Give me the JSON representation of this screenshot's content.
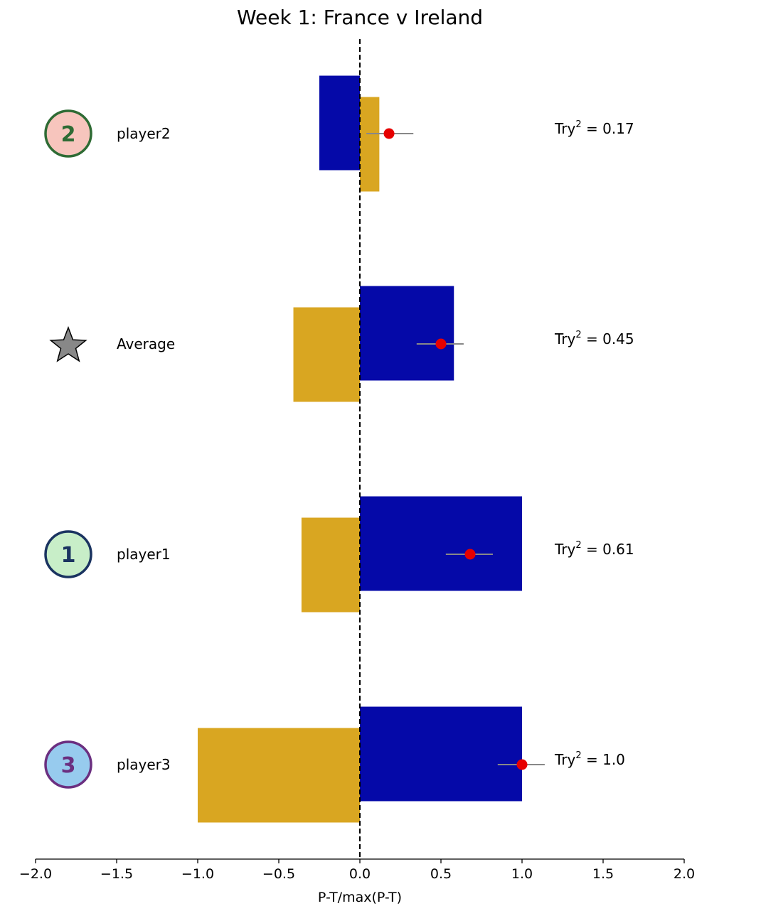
{
  "chart_data": {
    "type": "bar",
    "orientation": "horizontal",
    "title": "Week 1: France v Ireland",
    "xlabel": "P-T/max(P-T)",
    "xlim": [
      -2.0,
      2.0
    ],
    "xticks": [
      -2.0,
      -1.5,
      -1.0,
      -0.5,
      0.0,
      0.5,
      1.0,
      1.5,
      2.0
    ],
    "xtick_labels": [
      "−2.0",
      "−1.5",
      "−1.0",
      "−0.5",
      "0.0",
      "0.5",
      "1.0",
      "1.5",
      "2.0"
    ],
    "reference_line": {
      "x": 0,
      "style": "dashed"
    },
    "colors": {
      "blue": "#0509a8",
      "gold": "#d9a621",
      "point": "#e60000",
      "errorbar": "#888888",
      "star": "#888888"
    },
    "rows": [
      {
        "label": "player2",
        "blue": -0.25,
        "gold": 0.12,
        "point": 0.18,
        "err_low": 0.04,
        "err_high": 0.33,
        "try_prefix": "Try",
        "try_sup": "2",
        "try_suffix": " = 0.17",
        "badge": {
          "text": "2",
          "fill": "#f7c5bd",
          "stroke": "#2e6b34",
          "text_color": "#2e6b34"
        }
      },
      {
        "label": "Average",
        "blue": 0.58,
        "gold": -0.41,
        "point": 0.5,
        "err_low": 0.35,
        "err_high": 0.64,
        "try_prefix": "Try",
        "try_sup": "2",
        "try_suffix": " = 0.45",
        "badge": {
          "icon": "star-icon"
        }
      },
      {
        "label": "player1",
        "blue": 1.0,
        "gold": -0.36,
        "point": 0.68,
        "err_low": 0.53,
        "err_high": 0.82,
        "try_prefix": "Try",
        "try_sup": "2",
        "try_suffix": " = 0.61",
        "badge": {
          "text": "1",
          "fill": "#c8eec8",
          "stroke": "#1a3360",
          "text_color": "#1a3360"
        }
      },
      {
        "label": "player3",
        "blue": 1.0,
        "gold": -1.0,
        "point": 1.0,
        "err_low": 0.85,
        "err_high": 1.14,
        "try_prefix": "Try",
        "try_sup": "2",
        "try_suffix": " = 1.0",
        "badge": {
          "text": "3",
          "fill": "#97cbee",
          "stroke": "#6b2f80",
          "text_color": "#6b2f80"
        }
      }
    ]
  }
}
